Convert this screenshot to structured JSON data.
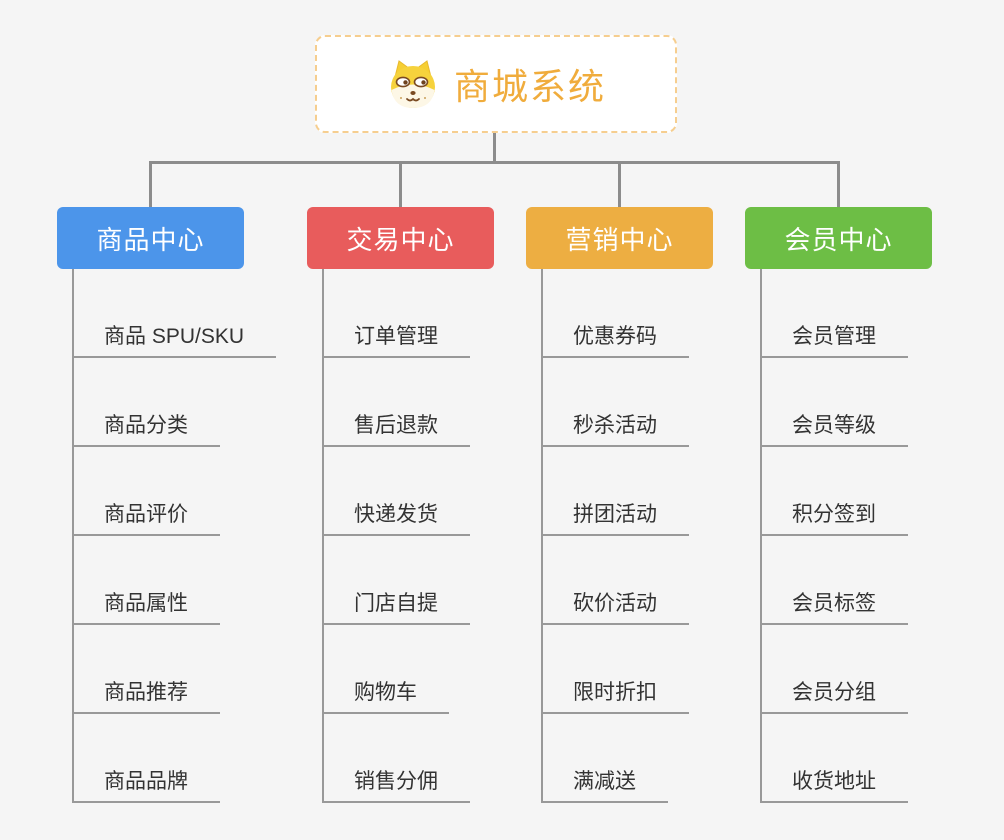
{
  "root": {
    "title": "商城系统",
    "icon": "dog-face-icon",
    "title_color": "#f0ac3c",
    "border_color": "#f6ce8f"
  },
  "palette": {
    "background": "#f5f5f5",
    "connector_gray": "#8c8c8c",
    "underline_gray": "#999999",
    "leaf_text": "#333333"
  },
  "branches": [
    {
      "label": "商品中心",
      "color": "#4c95ea",
      "items": [
        "商品 SPU/SKU",
        "商品分类",
        "商品评价",
        "商品属性",
        "商品推荐",
        "商品品牌"
      ]
    },
    {
      "label": "交易中心",
      "color": "#e85c5c",
      "items": [
        "订单管理",
        "售后退款",
        "快递发货",
        "门店自提",
        "购物车",
        "销售分佣"
      ]
    },
    {
      "label": "营销中心",
      "color": "#edae42",
      "items": [
        "优惠券码",
        "秒杀活动",
        "拼团活动",
        "砍价活动",
        "限时折扣",
        "满减送"
      ]
    },
    {
      "label": "会员中心",
      "color": "#6dbe45",
      "items": [
        "会员管理",
        "会员等级",
        "积分签到",
        "会员标签",
        "会员分组",
        "收货地址"
      ]
    }
  ]
}
